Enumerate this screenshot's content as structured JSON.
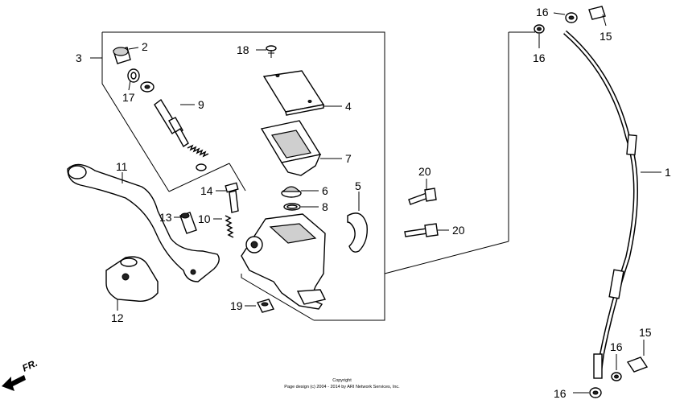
{
  "diagram": {
    "direction_label": "FR.",
    "copyright": {
      "line1": "Copyright",
      "line2": "Page design (c) 2004 - 2014 by ARI Network Services, Inc."
    },
    "callouts": {
      "c1": "1",
      "c2": "2",
      "c3": "3",
      "c4": "4",
      "c5": "5",
      "c6": "6",
      "c7": "7",
      "c8": "8",
      "c9": "9",
      "c10": "10",
      "c11": "11",
      "c12": "12",
      "c13": "13",
      "c14": "14",
      "c15a": "15",
      "c15b": "15",
      "c16a": "16",
      "c16b": "16",
      "c16c": "16",
      "c16d": "16",
      "c17": "17",
      "c18": "18",
      "c19": "19",
      "c20a": "20",
      "c20b": "20"
    }
  }
}
